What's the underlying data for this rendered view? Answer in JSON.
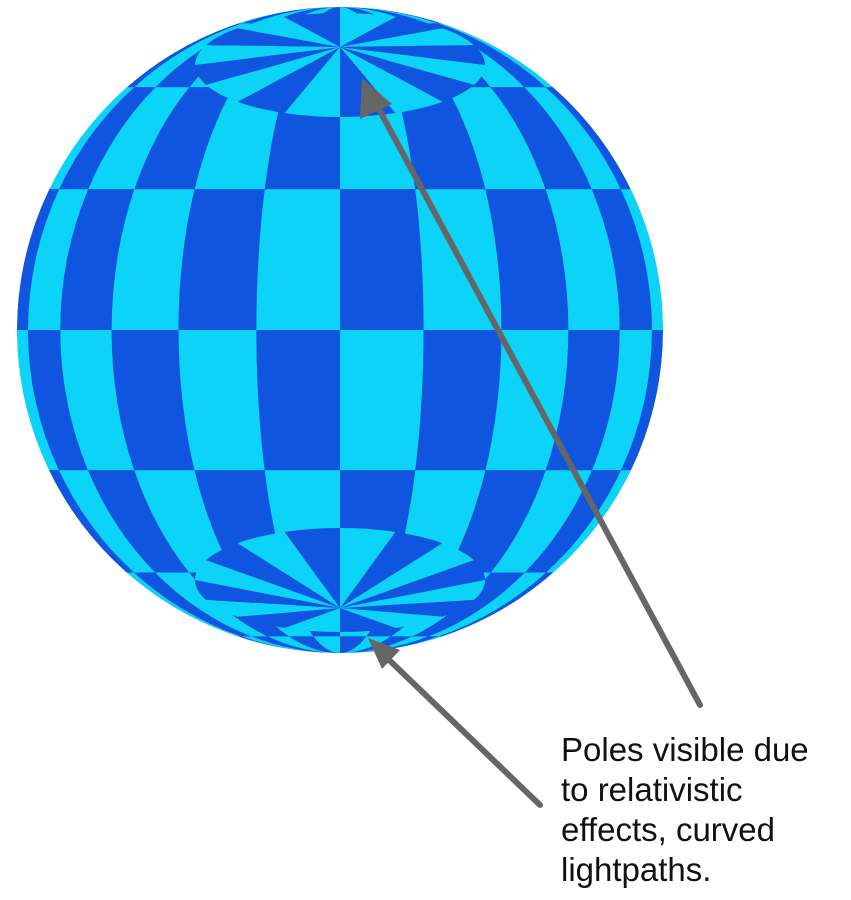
{
  "diagram": {
    "colors": {
      "light_tile": "#0cd4f8",
      "dark_tile": "#1055e0",
      "arrow": "#666666"
    },
    "arrows": [
      {
        "name": "arrow-to-north-pole",
        "target": "north pole"
      },
      {
        "name": "arrow-to-south-pole",
        "target": "south pole"
      }
    ],
    "caption_lines": [
      "Poles visible due",
      "to relativistic",
      "effects, curved",
      "lightpaths."
    ]
  }
}
